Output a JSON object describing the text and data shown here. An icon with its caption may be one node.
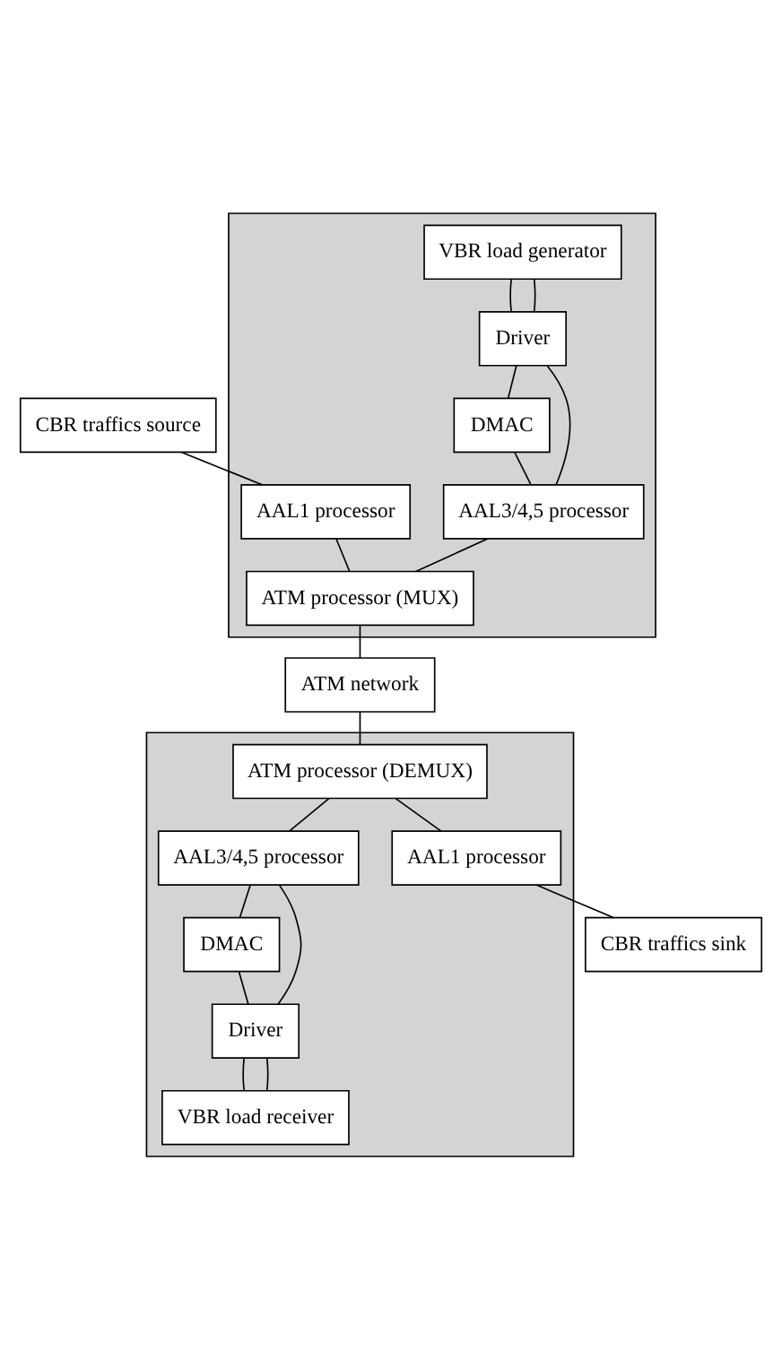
{
  "diagram": {
    "nodes": [
      {
        "text": [
          "CBR traffics source"
        ]
      },
      {
        "text": [],
        "shape": "box"
      },
      {
        "text": [
          "VBR load generator"
        ],
        "in": 1
      },
      {
        "text": [
          "Driver"
        ],
        "in": 1
      },
      {
        "text": [
          "DMAC"
        ],
        "in": 1
      },
      {
        "text": [
          "AAL1 processor"
        ],
        "in": 1
      },
      {
        "text": [
          "AAL3/4,5 processor"
        ],
        "in": 1
      },
      {
        "text": [
          "ATM processor (MUX)"
        ],
        "in": 1
      },
      {
        "text": [
          "ATM network"
        ]
      },
      {
        "text": [],
        "shape": "box"
      },
      {
        "text": [
          "ATM processor (DEMUX)"
        ],
        "in": 9
      },
      {
        "text": [
          "AAL1 processor"
        ],
        "in": 9
      },
      {
        "text": [
          "AAL3/4,5 processor"
        ],
        "in": 9
      },
      {
        "text": [
          "DMAC"
        ],
        "in": 9
      },
      {
        "text": [
          "Driver"
        ],
        "in": 9
      },
      {
        "text": [
          "VBR load receiver"
        ],
        "in": 9
      },
      {
        "text": [
          "CBR traffics sink"
        ]
      }
    ],
    "edges": [
      {
        "from": 0,
        "to": 5,
        "arrow": "none"
      },
      {
        "from": 2,
        "to": 3,
        "arrow": "none"
      },
      {
        "from": 2,
        "to": 3,
        "arrow": "none"
      },
      {
        "from": 3,
        "to": 4,
        "arrow": "none"
      },
      {
        "from": 3,
        "to": 6,
        "arrow": "none"
      },
      {
        "from": 4,
        "to": 6,
        "arrow": "none"
      },
      {
        "from": 5,
        "to": 7,
        "arrow": "none"
      },
      {
        "from": 6,
        "to": 7,
        "arrow": "none"
      },
      {
        "from": 7,
        "to": 8,
        "arrow": "none"
      },
      {
        "from": 8,
        "to": 10,
        "arrow": "none"
      },
      {
        "from": 10,
        "to": 11,
        "arrow": "none"
      },
      {
        "from": 10,
        "to": 12,
        "arrow": "none"
      },
      {
        "from": 11,
        "to": 16,
        "arrow": "none"
      },
      {
        "from": 12,
        "to": 13,
        "arrow": "none"
      },
      {
        "from": 12,
        "to": 14,
        "arrow": "none"
      },
      {
        "from": 13,
        "to": 14,
        "arrow": "none"
      },
      {
        "from": 14,
        "to": 15,
        "arrow": "none"
      },
      {
        "from": 14,
        "to": 15,
        "arrow": "none"
      }
    ]
  }
}
